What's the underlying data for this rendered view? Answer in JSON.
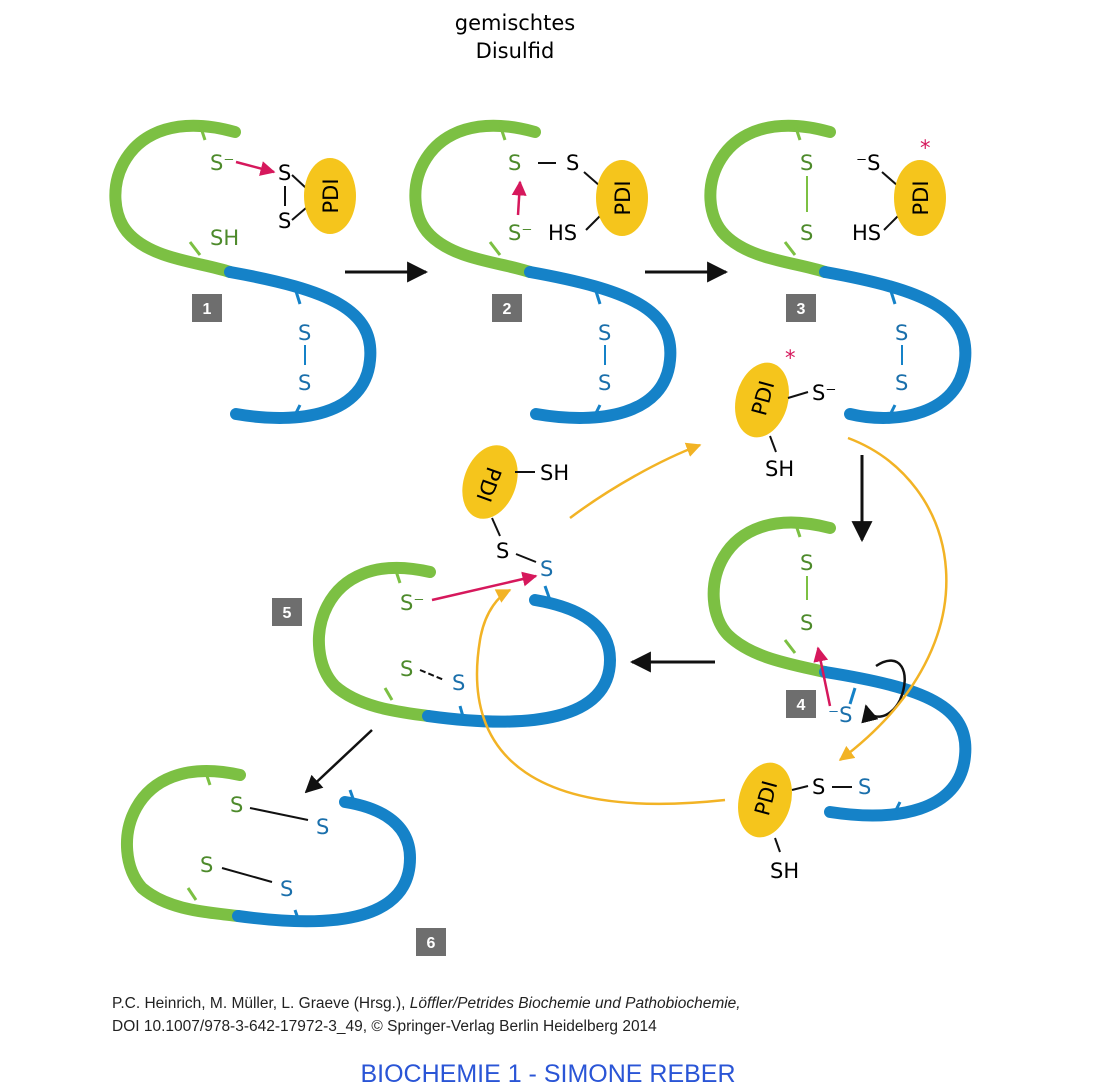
{
  "title": {
    "line1": "gemischtes",
    "line2": "Disulfid"
  },
  "labels": {
    "pdi": "PDI",
    "s": "S",
    "s_minus": "S⁻",
    "minus_s": "⁻S",
    "sh": "SH",
    "hs": "HS",
    "star": "*"
  },
  "steps": [
    "1",
    "2",
    "3",
    "4",
    "5",
    "6"
  ],
  "caption": {
    "line1_pre": "P.C. Heinrich, M. Müller, L. Graeve (Hrsg.), ",
    "line1_italic": "Löffler/Petrides Biochemie und Pathobiochemie,",
    "line2": "DOI 10.1007/978-3-642-17972-3_49, © Springer-Verlag Berlin Heidelberg 2014"
  },
  "footer": "BIOCHEMIE 1 - SIMONE REBER",
  "colors": {
    "green": "#7cc043",
    "blue": "#1582c8",
    "pdi": "#f5c51c",
    "orange": "#f2b325",
    "red": "#d6185c",
    "badge": "#6e6e6e",
    "green_text": "#4d8a2b",
    "blue_text": "#1a6fab"
  }
}
